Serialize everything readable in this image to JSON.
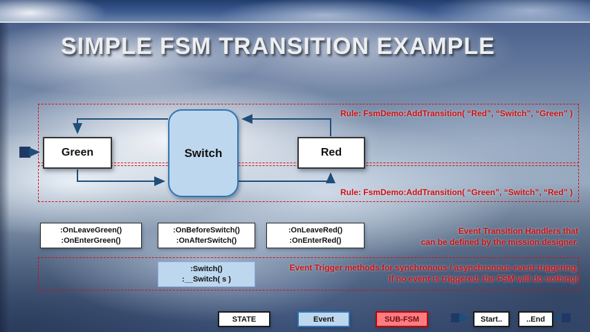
{
  "title": "SIMPLE FSM TRANSITION EXAMPLE",
  "rules": {
    "top": "Rule: FsmDemo:AddTransition( “Red”, “Switch”, “Green” )",
    "bottom": "Rule: FsmDemo:AddTransition( “Green”, “Switch”, “Red” )"
  },
  "states": {
    "green": "Green",
    "switch": "Switch",
    "red": "Red"
  },
  "handlers": {
    "green": [
      ":OnLeaveGreen()",
      ":OnEnterGreen()"
    ],
    "switch": [
      ":OnBeforeSwitch()",
      ":OnAfterSwitch()"
    ],
    "red": [
      ":OnLeaveRed()",
      ":OnEnterRed()"
    ]
  },
  "handler_note": [
    "Event Transition Handlers that",
    "can be defined by the mission designer."
  ],
  "triggers": [
    ":Switch()",
    ":__Switch( s )"
  ],
  "trigger_note": [
    "Event Trigger methods for synchronous / asynchronous  event triggering.",
    "If no event is triggered, the FSM will do nothing!"
  ],
  "legend": {
    "state": "STATE",
    "event": "Event",
    "subfsm": "SUB-FSM",
    "start": "Start..",
    "end": "..End"
  },
  "colors": {
    "rule_text_red": "#d01010",
    "event_fill": "#bdd7ee",
    "event_border": "#2e75b6",
    "subfsm_fill": "#ff7c80",
    "subfsm_border": "#c00000",
    "arrow_blue": "#1f4e79",
    "marker_navy": "#203864",
    "state_fill": "#ffffff",
    "state_border": "#333333"
  }
}
